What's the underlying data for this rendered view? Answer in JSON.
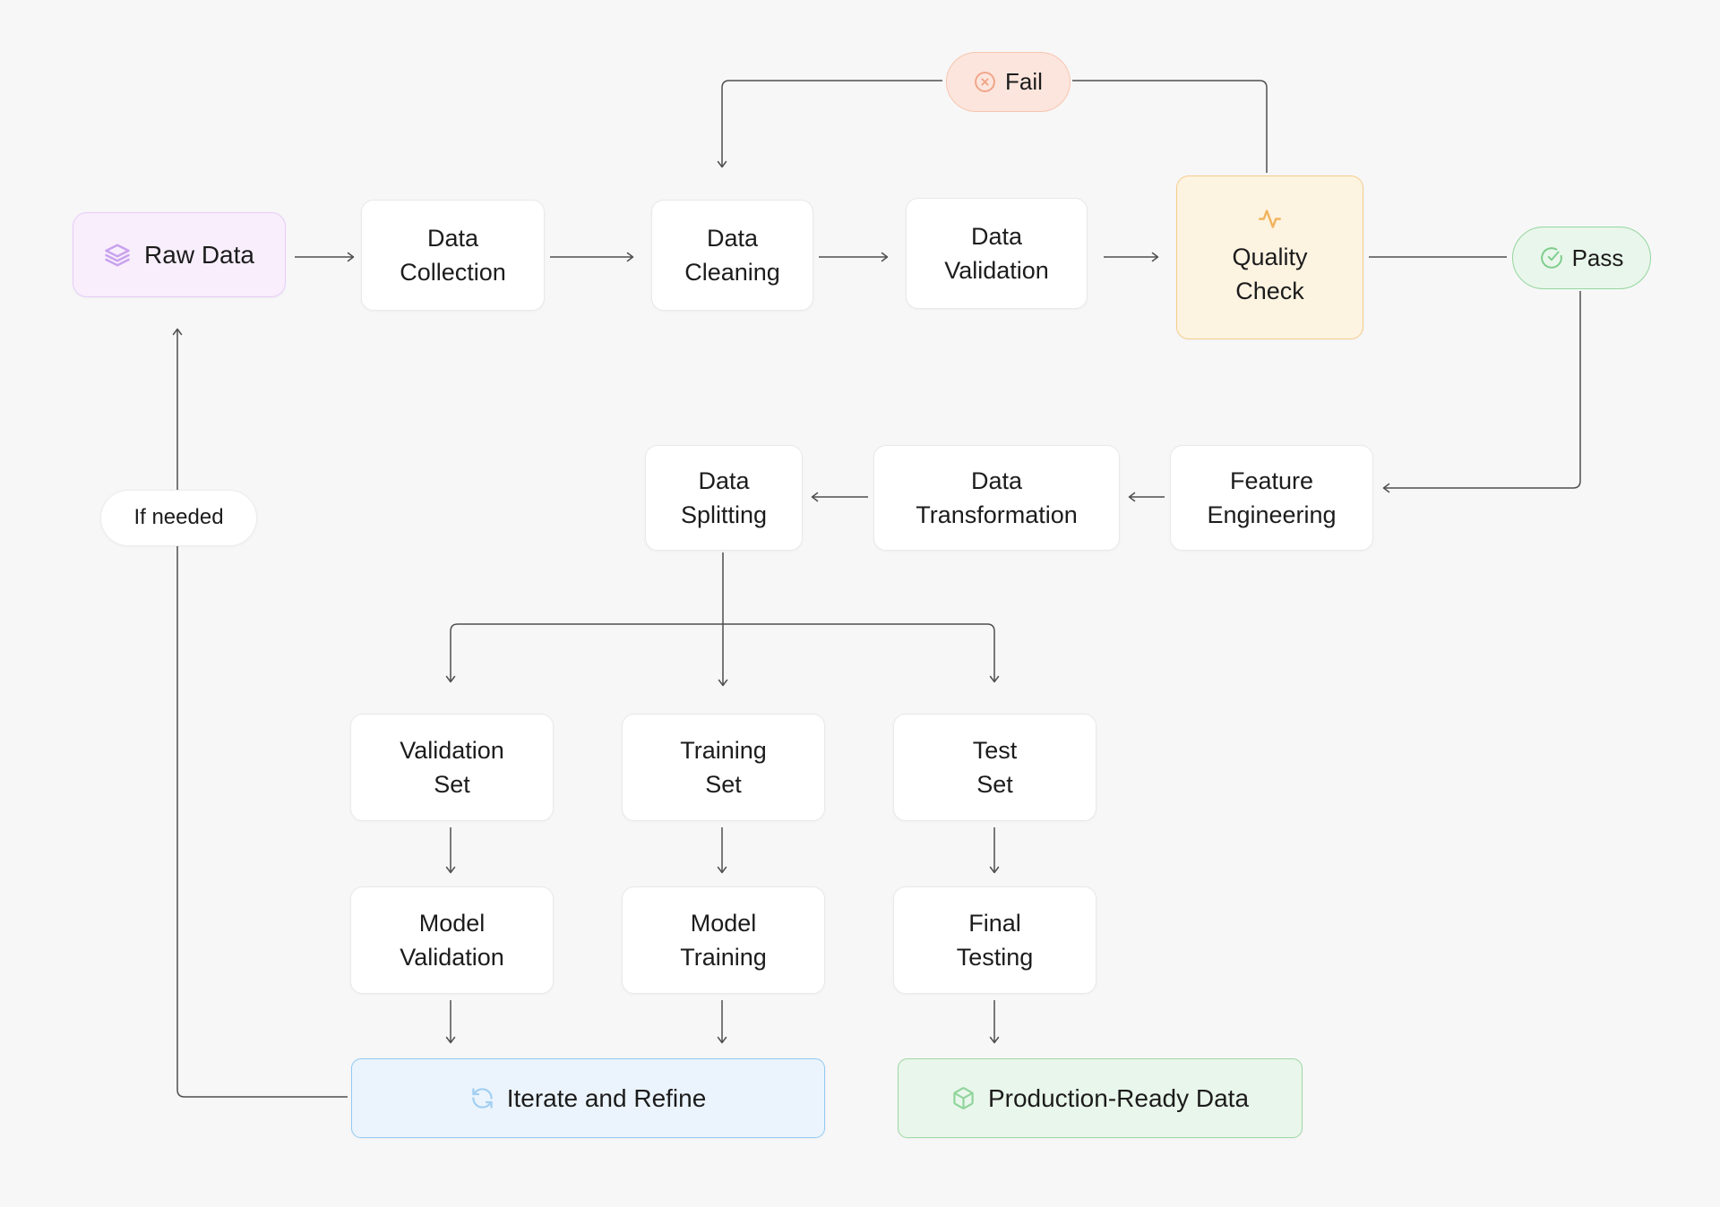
{
  "diagram": {
    "title_hint": "data-pipeline-flowchart",
    "nodes": {
      "raw_data": {
        "label": "Raw Data",
        "icon": "layers-icon"
      },
      "data_collection": {
        "label": "Data\nCollection"
      },
      "data_cleaning": {
        "label": "Data\nCleaning"
      },
      "data_validation": {
        "label": "Data\nValidation"
      },
      "quality_check": {
        "label": "Quality\nCheck",
        "icon": "activity-icon"
      },
      "fail": {
        "label": "Fail",
        "icon": "x-circle-icon"
      },
      "pass": {
        "label": "Pass",
        "icon": "check-circle-icon"
      },
      "feature_engineering": {
        "label": "Feature\nEngineering"
      },
      "data_transformation": {
        "label": "Data\nTransformation"
      },
      "data_splitting": {
        "label": "Data\nSplitting"
      },
      "validation_set": {
        "label": "Validation\nSet"
      },
      "training_set": {
        "label": "Training\nSet"
      },
      "test_set": {
        "label": "Test\nSet"
      },
      "model_validation": {
        "label": "Model\nValidation"
      },
      "model_training": {
        "label": "Model\nTraining"
      },
      "final_testing": {
        "label": "Final\nTesting"
      },
      "iterate_and_refine": {
        "label": "Iterate and Refine",
        "icon": "refresh-icon"
      },
      "production_ready_data": {
        "label": "Production-Ready Data",
        "icon": "package-icon"
      },
      "if_needed": {
        "label": "If needed"
      }
    },
    "edges": [
      "raw_data -> data_collection",
      "data_collection -> data_cleaning",
      "data_cleaning -> data_validation",
      "data_validation -> quality_check",
      "quality_check -> pass",
      "quality_check -> fail -> data_cleaning",
      "pass -> feature_engineering",
      "feature_engineering -> data_transformation",
      "data_transformation -> data_splitting",
      "data_splitting -> validation_set",
      "data_splitting -> training_set",
      "data_splitting -> test_set",
      "validation_set -> model_validation",
      "training_set -> model_training",
      "test_set -> final_testing",
      "model_validation -> iterate_and_refine",
      "model_training -> iterate_and_refine",
      "final_testing -> production_ready_data",
      "iterate_and_refine -> raw_data (if needed)"
    ],
    "colors": {
      "background": "#f7f7f8",
      "node_bg": "#ffffff",
      "node_border": "#e9e9e6",
      "text": "#1c1c1c",
      "edge": "#4f4f4f",
      "purple_bg": "#f8eefc",
      "purple_border": "#e7cdf7",
      "purple_icon": "#c9a2ee",
      "orange_bg": "#fdf3e1",
      "orange_border": "#f6cd8a",
      "orange_icon": "#f2b45c",
      "red_bg": "#fce5dd",
      "red_border": "#f7c6b0",
      "red_icon": "#f1a284",
      "green_bg": "#e9f6eb",
      "green_border": "#94d69e",
      "green_icon": "#7ccd8b",
      "blue_bg": "#ebf4fc",
      "blue_border": "#92c9f1",
      "blue_icon": "#a3cff2"
    }
  }
}
